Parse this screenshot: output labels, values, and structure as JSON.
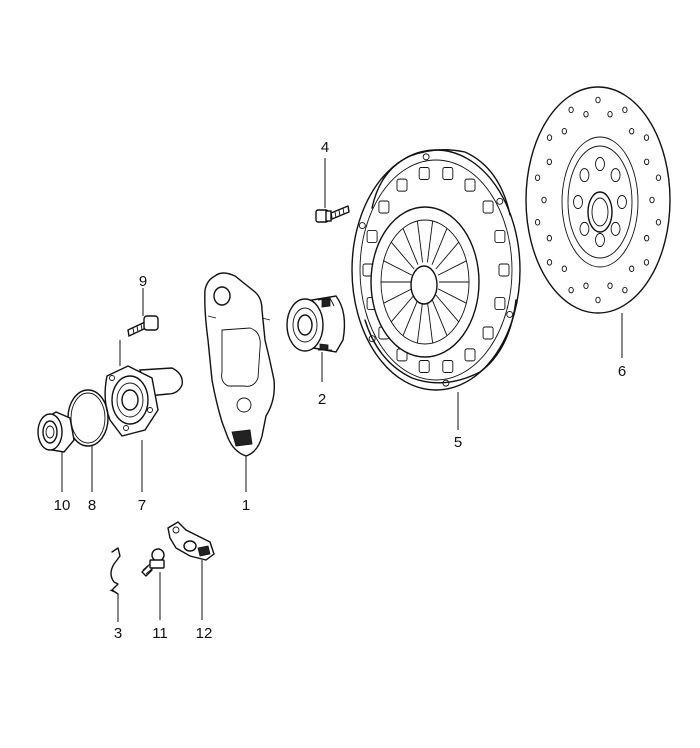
{
  "parts": [
    {
      "id": "p1",
      "label": "1",
      "icon": "release-fork-icon"
    },
    {
      "id": "p2",
      "label": "2",
      "icon": "release-bearing-icon"
    },
    {
      "id": "p3",
      "label": "3",
      "icon": "retaining-spring-icon"
    },
    {
      "id": "p4",
      "label": "4",
      "icon": "bolt-icon"
    },
    {
      "id": "p5",
      "label": "5",
      "icon": "pressure-plate-icon"
    },
    {
      "id": "p6",
      "label": "6",
      "icon": "clutch-disc-icon"
    },
    {
      "id": "p7",
      "label": "7",
      "icon": "guide-tube-icon"
    },
    {
      "id": "p8",
      "label": "8",
      "icon": "o-ring-icon"
    },
    {
      "id": "p9",
      "label": "9",
      "icon": "screw-icon"
    },
    {
      "id": "p10",
      "label": "10",
      "icon": "shaft-seal-icon"
    },
    {
      "id": "p11",
      "label": "11",
      "icon": "ball-stud-icon"
    },
    {
      "id": "p12",
      "label": "12",
      "icon": "bracket-icon"
    }
  ]
}
